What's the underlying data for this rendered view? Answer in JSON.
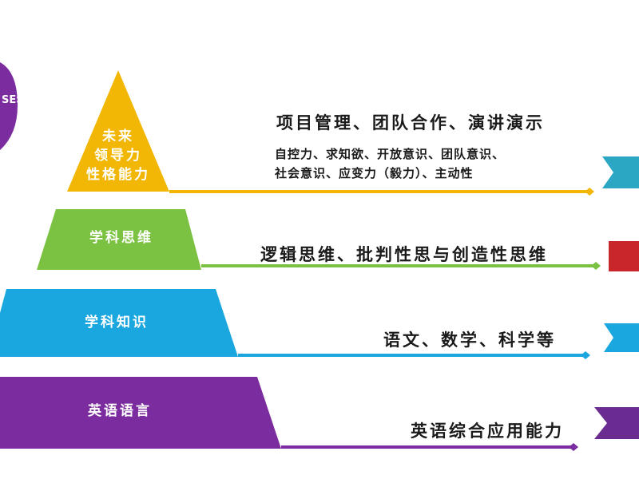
{
  "corner_fragment": "SES",
  "tiers": [
    {
      "label_lines": [
        "未来",
        "领导力",
        "性格能力"
      ],
      "descriptions": [
        "项目管理、团队合作、演讲演示"
      ],
      "sub_descriptions": [
        "自控力、求知欲、开放意识、团队意识、",
        "社会意识、应变力（毅力）、主动性"
      ],
      "color": "#F2B705",
      "arrow_color": "#2BA7C4"
    },
    {
      "label_lines": [
        "学科思维"
      ],
      "descriptions": [
        "逻辑思维、批判性思与创造性思维"
      ],
      "color": "#7CC242",
      "arrow_color": "#C8262B"
    },
    {
      "label_lines": [
        "学科知识"
      ],
      "descriptions": [
        "语文、数学、科学等"
      ],
      "color": "#1AA7E0",
      "arrow_color": "#1AA7E0"
    },
    {
      "label_lines": [
        "英语语言"
      ],
      "descriptions": [
        "英语综合应用能力"
      ],
      "color": "#7B2C9E",
      "arrow_color": "#6A2C91"
    }
  ]
}
